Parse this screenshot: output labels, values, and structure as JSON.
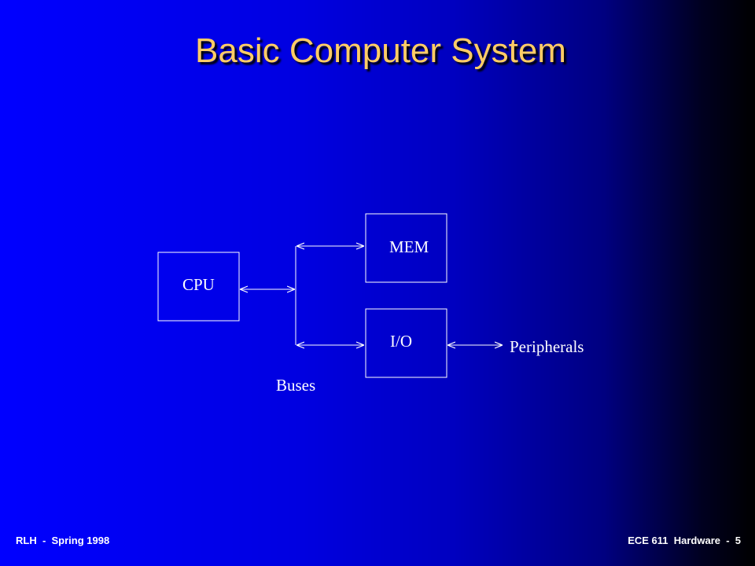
{
  "slide": {
    "title": "Basic Computer System",
    "footer_left": "RLH  -  Spring 1998",
    "footer_right": "ECE 611  Hardware  -  5"
  },
  "diagram": {
    "nodes": [
      {
        "id": "cpu",
        "label": "CPU"
      },
      {
        "id": "mem",
        "label": "MEM"
      },
      {
        "id": "io",
        "label": "I/O"
      }
    ],
    "bus_label": "Buses",
    "peripherals_label": "Peripherals",
    "connections": [
      {
        "from": "cpu",
        "to": "bus",
        "type": "bidirectional"
      },
      {
        "from": "bus",
        "to": "mem",
        "type": "bidirectional"
      },
      {
        "from": "bus",
        "to": "io",
        "type": "bidirectional"
      },
      {
        "from": "io",
        "to": "peripherals",
        "type": "bidirectional"
      }
    ]
  },
  "colors": {
    "title": "#ffcc66",
    "line": "#ffffff",
    "text": "#ffffff"
  }
}
